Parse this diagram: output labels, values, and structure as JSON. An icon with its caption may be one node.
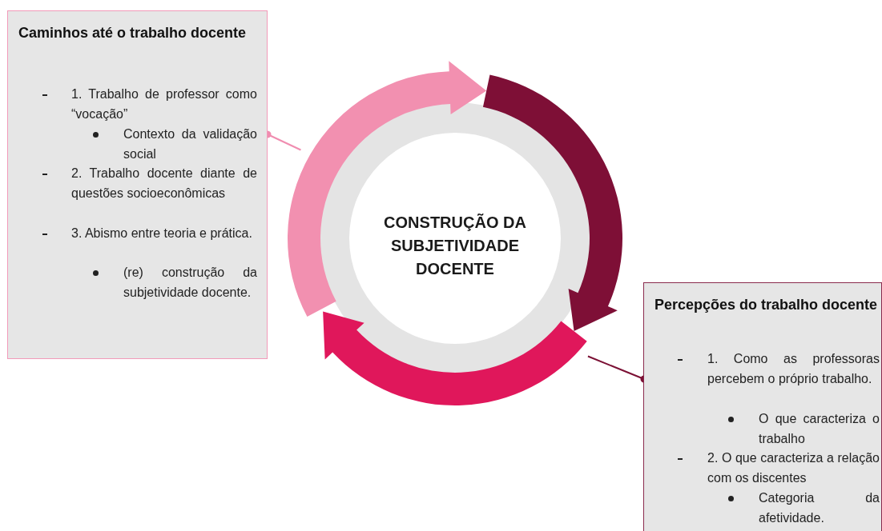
{
  "diagram": {
    "nodes": [
      {
        "text": [
          "Caminhos até o trabalho docente",
          "1. Trabalho de professor como “vocação”",
          "Contexto da validação social",
          "2. Trabalho docente diante de questões socioeconômicas",
          "3. Abismo entre teoria e prática.",
          "(re) construção da subjetividade docente."
        ]
      },
      {
        "text": [
          "CONSTRUÇÃO DA SUBJETIVIDADE DOCENTE"
        ]
      },
      {
        "text": [
          "Percepções do trabalho docente",
          "1. Como as professoras percebem o próprio trabalho.",
          "O que caracteriza o trabalho",
          "2. O que caracteriza a relação com os discentes",
          "Categoria da afetividade."
        ]
      }
    ],
    "edges": [
      {
        "from": 0,
        "to": 1,
        "arrow": "other",
        "color": "#f08db0"
      },
      {
        "from": 2,
        "to": 1,
        "arrow": "other",
        "color": "#7b1034"
      }
    ]
  }
}
